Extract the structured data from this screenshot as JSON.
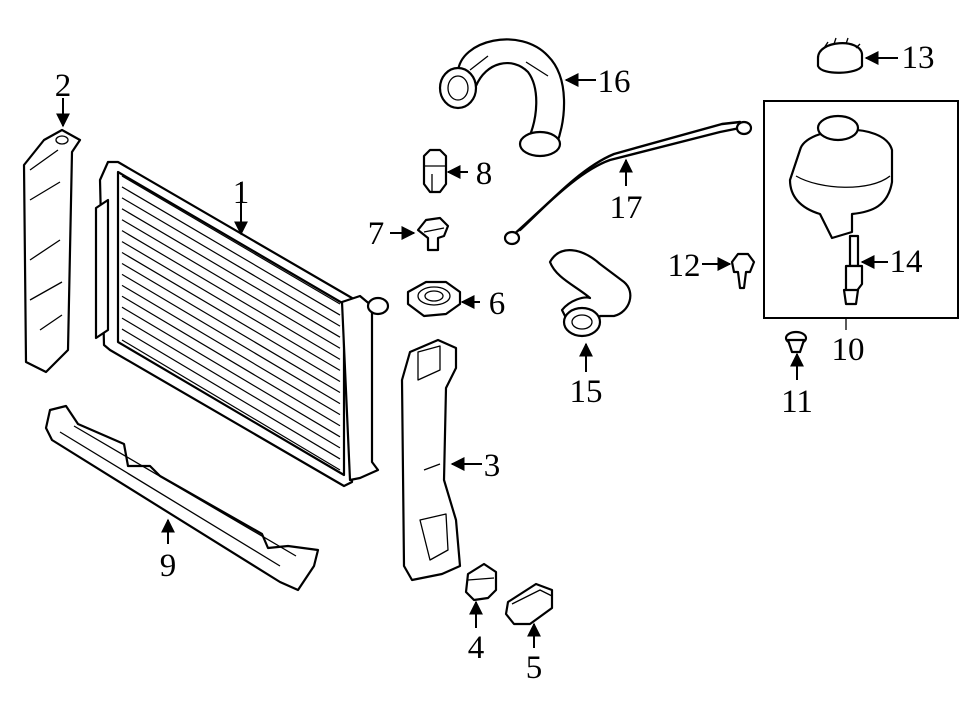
{
  "diagram": {
    "highlight_color": "#a9cfe6",
    "callouts": [
      {
        "id": "1",
        "label": "1"
      },
      {
        "id": "2",
        "label": "2"
      },
      {
        "id": "3",
        "label": "3"
      },
      {
        "id": "4",
        "label": "4"
      },
      {
        "id": "5",
        "label": "5"
      },
      {
        "id": "6",
        "label": "6"
      },
      {
        "id": "7",
        "label": "7"
      },
      {
        "id": "8",
        "label": "8"
      },
      {
        "id": "9",
        "label": "9"
      },
      {
        "id": "10",
        "label": "10"
      },
      {
        "id": "11",
        "label": "11"
      },
      {
        "id": "12",
        "label": "12"
      },
      {
        "id": "13",
        "label": "13"
      },
      {
        "id": "14",
        "label": "14"
      },
      {
        "id": "15",
        "label": "15"
      },
      {
        "id": "16",
        "label": "16"
      },
      {
        "id": "17",
        "label": "17"
      }
    ]
  }
}
